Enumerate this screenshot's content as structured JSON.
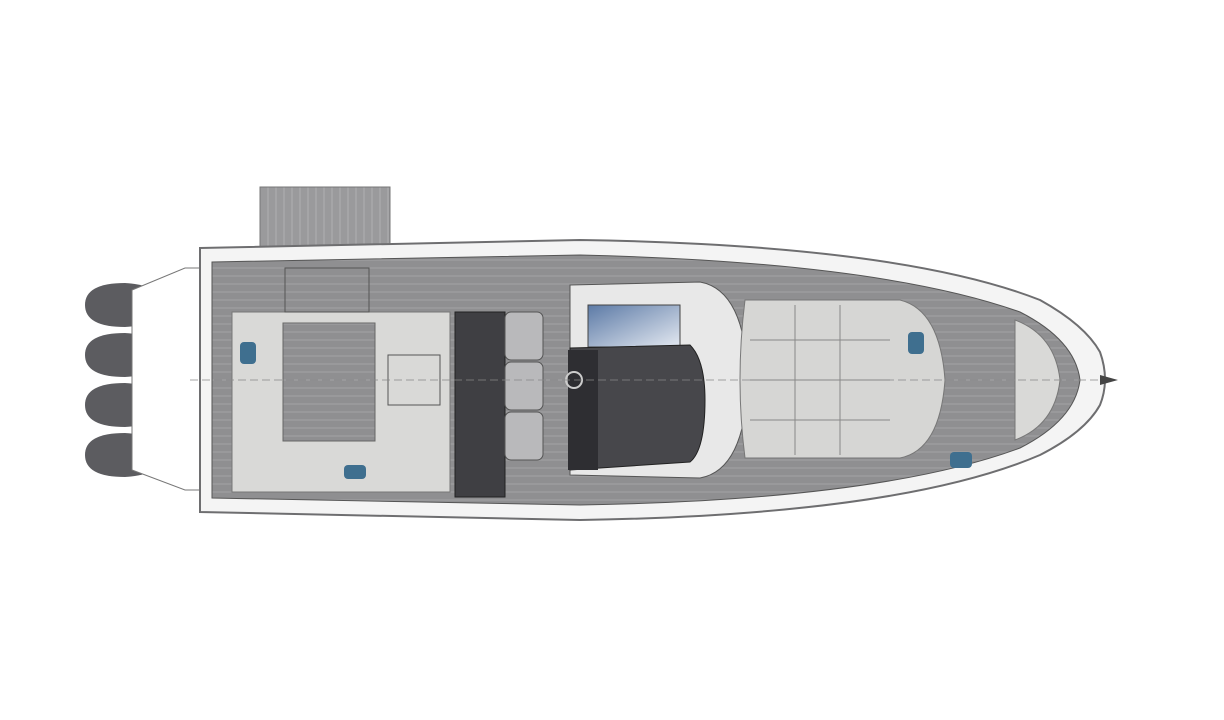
{
  "colors": {
    "background": "#ffffff",
    "deck": "#8d8d8f",
    "deck_light": "#d8d8d6",
    "cushion": "#bcbcbb",
    "dark_console": "#4a4a4e",
    "engine": "#5c5c60",
    "hull_outline": "#6e6e70",
    "windscreen": "#8aa0c0",
    "accent_blue": "#3f6f8f"
  },
  "engines": [
    1,
    2,
    3,
    4
  ]
}
